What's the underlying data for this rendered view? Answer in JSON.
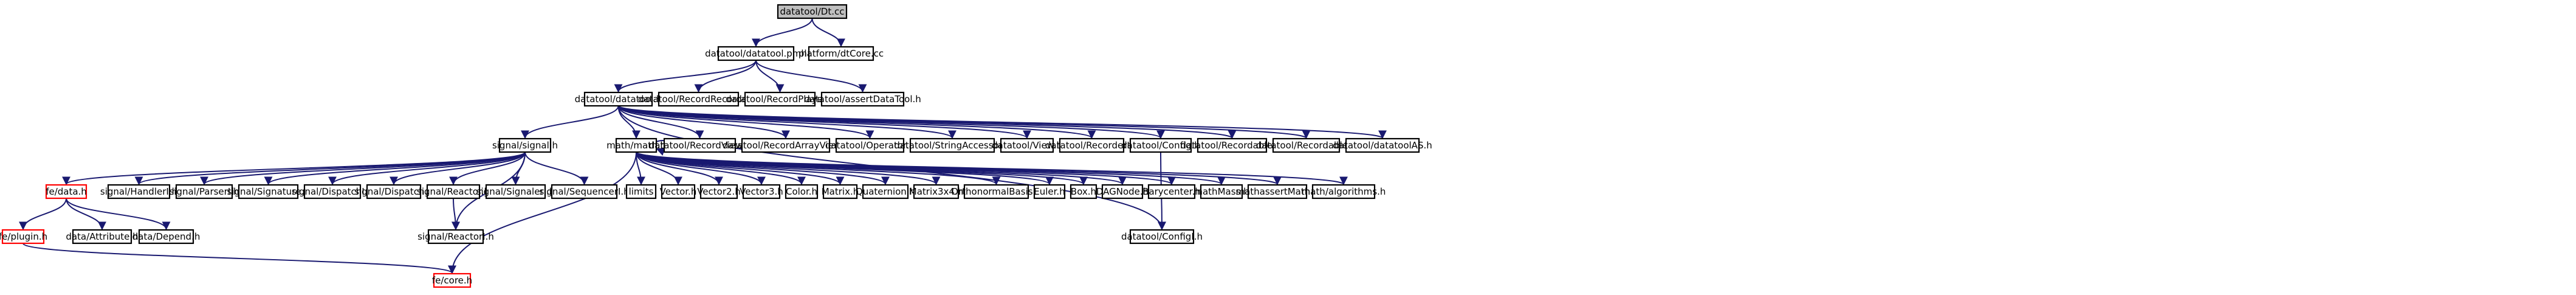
{
  "colors": {
    "edge": "#191970",
    "node_border": "#000000",
    "root_fill": "#bfbfbf",
    "node_fill": "#ffffff",
    "missing_border": "#ff0000"
  },
  "nodes": [
    {
      "id": "n0",
      "label": "datatool/Dt.cc"
    },
    {
      "id": "n1",
      "label": "datatool/datatool.pmh"
    },
    {
      "id": "n2",
      "label": "platform/dtCore.cc"
    },
    {
      "id": "n3",
      "label": "datatool/datatool.h"
    },
    {
      "id": "n4",
      "label": "datatool/RecordRecorder.h"
    },
    {
      "id": "n5",
      "label": "datatool/RecordPlayer.h"
    },
    {
      "id": "n6",
      "label": "datatool/assertDataTool.h"
    },
    {
      "id": "n7",
      "label": "signal/signal.h"
    },
    {
      "id": "n8",
      "label": "math/math.h"
    },
    {
      "id": "n9",
      "label": "datatool/RecordView.h"
    },
    {
      "id": "n10",
      "label": "datatool/RecordArrayView.h"
    },
    {
      "id": "n11",
      "label": "datatool/Operator.h"
    },
    {
      "id": "n12",
      "label": "datatool/StringAccessor.h"
    },
    {
      "id": "n13",
      "label": "datatool/View.h"
    },
    {
      "id": "n14",
      "label": "datatool/RecorderI.h"
    },
    {
      "id": "n15",
      "label": "datatool/Config.h"
    },
    {
      "id": "n16",
      "label": "datatool/RecordableI.h"
    },
    {
      "id": "n17",
      "label": "datatool/Recordable.h"
    },
    {
      "id": "n18",
      "label": "datatool/datatoolAS.h"
    },
    {
      "id": "n19",
      "label": "fe/data.h"
    },
    {
      "id": "n20",
      "label": "signal/HandlerI.h"
    },
    {
      "id": "n21",
      "label": "signal/ParserI.h"
    },
    {
      "id": "n22",
      "label": "signal/Signature.h"
    },
    {
      "id": "n23",
      "label": "signal/DispatchI.h"
    },
    {
      "id": "n24",
      "label": "signal/Dispatch.h"
    },
    {
      "id": "n25",
      "label": "signal/Reactor.h"
    },
    {
      "id": "n26",
      "label": "signal/SignalerI.h"
    },
    {
      "id": "n27",
      "label": "signal/SequencerI.h"
    },
    {
      "id": "n28",
      "label": "fe/plugin.h"
    },
    {
      "id": "n29",
      "label": "data/Attribute.h"
    },
    {
      "id": "n30",
      "label": "data/Depend.h"
    },
    {
      "id": "n31",
      "label": "signal/ReactorI.h"
    },
    {
      "id": "n32",
      "label": "fe/core.h"
    },
    {
      "id": "n33",
      "label": "limits"
    },
    {
      "id": "n34",
      "label": "Vector.h"
    },
    {
      "id": "n35",
      "label": "Vector2.h"
    },
    {
      "id": "n36",
      "label": "Vector3.h"
    },
    {
      "id": "n37",
      "label": "Color.h"
    },
    {
      "id": "n38",
      "label": "Matrix.h"
    },
    {
      "id": "n39",
      "label": "Quaternion.h"
    },
    {
      "id": "n40",
      "label": "Matrix3x4.h"
    },
    {
      "id": "n41",
      "label": "OrthonormalBasis.h"
    },
    {
      "id": "n42",
      "label": "Euler.h"
    },
    {
      "id": "n43",
      "label": "Box.h"
    },
    {
      "id": "n44",
      "label": "DAGNode.h"
    },
    {
      "id": "n45",
      "label": "Barycenter.h"
    },
    {
      "id": "n46",
      "label": "mathMass.h"
    },
    {
      "id": "n47",
      "label": "mathassertMath.h"
    },
    {
      "id": "n48",
      "label": "math/algorithms.h"
    },
    {
      "id": "n49",
      "label": "datatool/ConfigI.h"
    }
  ]
}
